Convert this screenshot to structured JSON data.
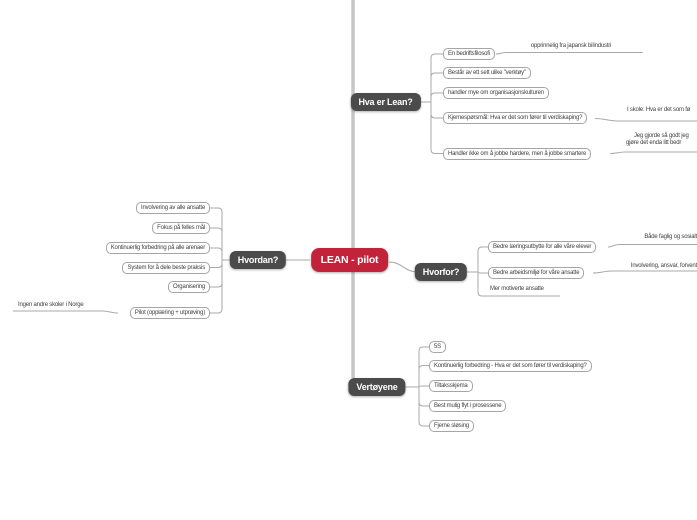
{
  "colors": {
    "root_bg": "#c2233a",
    "topic_bg": "#4b4b4b",
    "leaf_border": "#a5a5a5",
    "connector_line": "#a9a9a9",
    "trunk_line": "#c6c6c6",
    "background": "#ffffff"
  },
  "root": {
    "label": "LEAN - pilot"
  },
  "branches": [
    {
      "label": "Hva er Lean?",
      "children": [
        {
          "label": "En bedriftsfilosofi",
          "note": "opprinnelig fra japansk bilindustri"
        },
        {
          "label": "Består av ett sett ulike \"verktøy\""
        },
        {
          "label": "handler mye om organisasjonskulturen"
        },
        {
          "label": "Kjernespørsmål: Hva er det som fører til verdiskaping?",
          "note": "I skole: Hva er det som fø"
        },
        {
          "label": "Handler ikke om å jobbe hardere, men å jobbe smartere",
          "note_lines": [
            "Jeg gjorde så godt jeg",
            "gjøre det enda litt bedr"
          ]
        }
      ]
    },
    {
      "label": "Hvordan?",
      "children": [
        {
          "label": "Involvering av alle ansatte"
        },
        {
          "label": "Fokus på felles mål"
        },
        {
          "label": "Kontinuerlig forbedring på alle arenaer"
        },
        {
          "label": "System for å dele beste praksis"
        },
        {
          "label": "Organisering"
        },
        {
          "label": "Pilot (opplæring + utprøving)",
          "note": "Ingen andre skoler i Norge"
        }
      ]
    },
    {
      "label": "Hvorfor?",
      "children": [
        {
          "label": "Bedre læringsutbytte for alle våre elever",
          "note": "Både faglig og sosialt"
        },
        {
          "label": "Bedre arbeidsmiljø for våre ansatte",
          "note": "Involvering, ansvar, forvent"
        },
        {
          "label": "Mer motiverte ansatte"
        }
      ]
    },
    {
      "label": "Vertøyene",
      "children": [
        {
          "label": "5S"
        },
        {
          "label": "Kontinuerlig forbedring - Hva er det som fører til verdiskaping?"
        },
        {
          "label": "Tiltaksskjema"
        },
        {
          "label": "Best mulig flyt i prosessene"
        },
        {
          "label": "Fjerne sløsing"
        }
      ]
    }
  ]
}
